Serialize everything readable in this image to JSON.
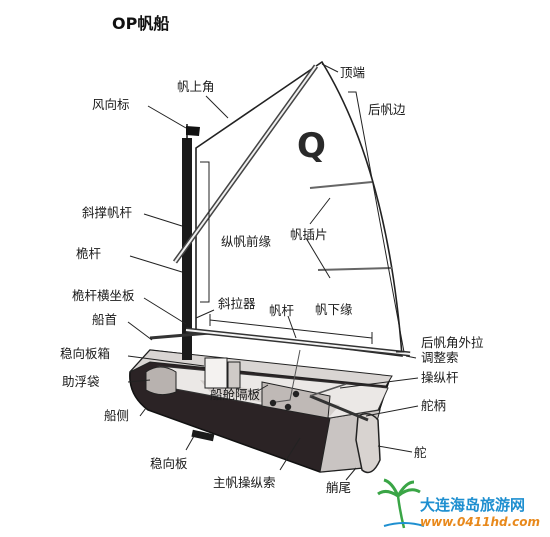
{
  "title": "OP帆船",
  "sail_mark": "Q",
  "labels": {
    "feng_xiang_biao": "风向标",
    "fan_shang_jiao": "帆上角",
    "ding_duan": "顶端",
    "hou_fan_bian": "后帆边",
    "xie_cheng_fan_gan": "斜撑帆杆",
    "zong_fan_qian_yuan": "纵帆前缘",
    "fan_cha_pian": "帆插片",
    "wei_gan": "桅杆",
    "wei_gan_heng_zuo_ban": "桅杆横坐板",
    "xie_la_qi": "斜拉器",
    "fan_gan": "帆杆",
    "fan_xia_yuan": "帆下缘",
    "chuan_shou": "船首",
    "wen_xiang_ban_xiang": "稳向板箱",
    "zhu_fu_dai": "助浮袋",
    "chuan_cang_ge_ban": "船舱隔板",
    "hou_fan_jiao_wai_la": "后帆角外拉",
    "tiao_zheng_suo": "调整索",
    "cao_zong_gan": "操纵杆",
    "tuo_bing": "舵柄",
    "chuan_ce": "船侧",
    "tuo": "舵",
    "wen_xiang_ban": "稳向板",
    "zhu_fan_cao_zong_suo": "主帆操纵索",
    "chuan_wei": "艄尾"
  },
  "watermark": {
    "site_name": "大连海岛旅游网",
    "url": "www.0411hd.com"
  }
}
